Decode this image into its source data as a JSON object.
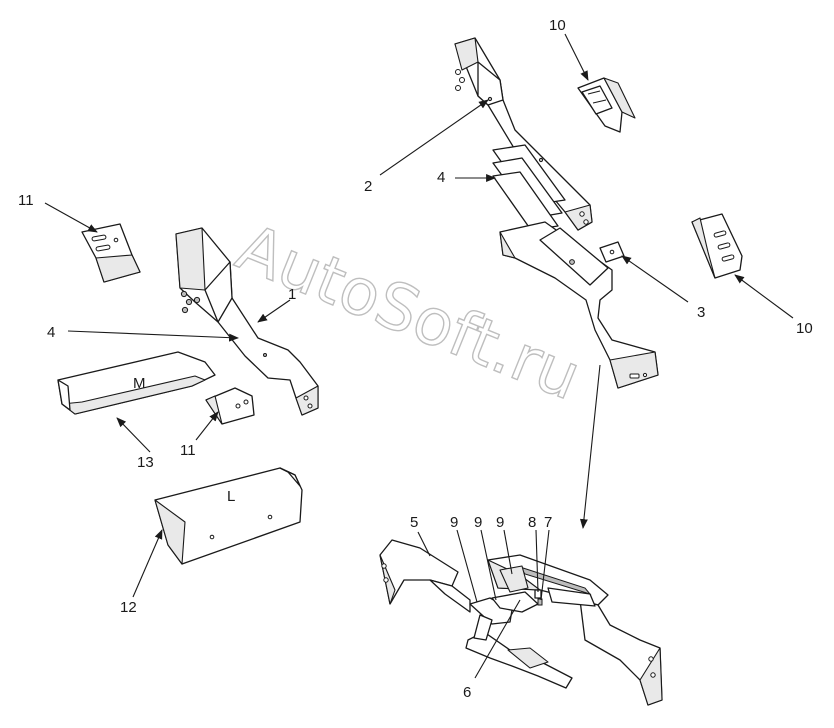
{
  "watermark": "AutoSoft.ru",
  "callouts": {
    "c1": "1",
    "c2": "2",
    "c3": "3",
    "c4_left": "4",
    "c4_right": "4",
    "c5": "5",
    "c6": "6",
    "c7": "7",
    "c8": "8",
    "c9_a": "9",
    "c9_b": "9",
    "c9_c": "9",
    "c10_top": "10",
    "c10_right": "10",
    "c11_top": "11",
    "c11_bottom": "11",
    "c12": "12",
    "c13": "13"
  },
  "part_marks": {
    "plate13_mark": "M",
    "plate12_mark": "L"
  }
}
